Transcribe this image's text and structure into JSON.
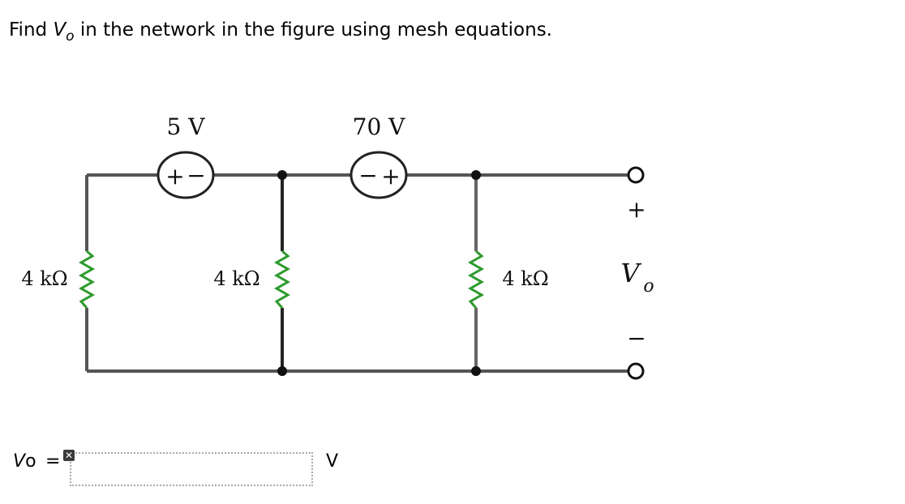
{
  "question": {
    "prefix": "Find ",
    "var": "V",
    "sub": "o",
    "suffix": " in the network in the figure using mesh equations."
  },
  "circuit": {
    "source1": {
      "label": "5 V",
      "plus": "+",
      "minus": "−"
    },
    "source2": {
      "label": "70 V",
      "plus": "+",
      "minus": "−"
    },
    "resistors": [
      {
        "label": "4 kΩ"
      },
      {
        "label": "4 kΩ"
      },
      {
        "label": "4 kΩ"
      }
    ],
    "output": {
      "plus": "+",
      "minus": "−",
      "var": "V",
      "sub": "o"
    }
  },
  "answer": {
    "label_var": "V",
    "label_sub": "o",
    "equals": "=",
    "value": "",
    "unit": "V",
    "status_icon": "wrong-x-icon"
  }
}
